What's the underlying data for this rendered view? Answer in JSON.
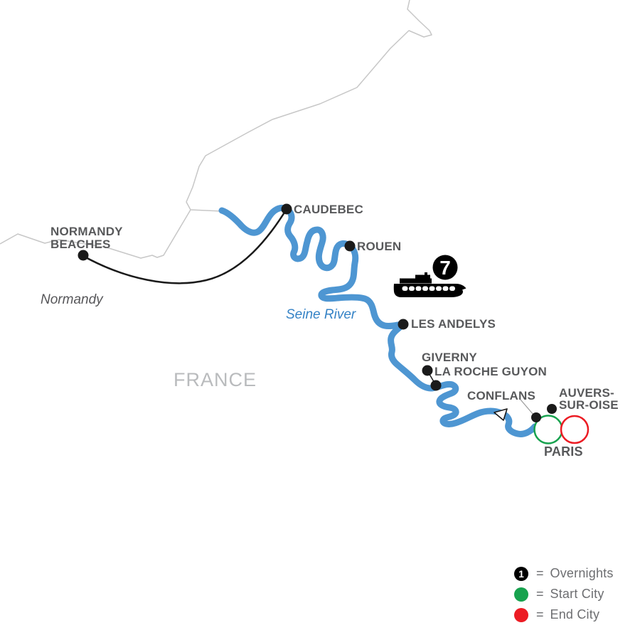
{
  "map": {
    "country_label": "FRANCE",
    "area_label": "Normandy",
    "river_label": "Seine River",
    "ship": {
      "nights": "7"
    },
    "cities": [
      {
        "name": "Normandy Beaches",
        "label": "NORMANDY\nBEACHES",
        "marker": "black-dot-excursion"
      },
      {
        "name": "Caudebec",
        "label": "CAUDEBEC",
        "marker": "black-dot"
      },
      {
        "name": "Rouen",
        "label": "ROUEN",
        "marker": "black-dot"
      },
      {
        "name": "Les Andelys",
        "label": "LES ANDELYS",
        "marker": "black-dot"
      },
      {
        "name": "Giverny",
        "label": "GIVERNY",
        "marker": "black-dot"
      },
      {
        "name": "La Roche Guyon",
        "label": "LA ROCHE GUYON",
        "marker": "black-dot"
      },
      {
        "name": "Conflans",
        "label": "CONFLANS",
        "marker": "black-dot"
      },
      {
        "name": "Auvers-sur-Oise",
        "label": "AUVERS-\nSUR-OISE",
        "marker": "black-dot"
      },
      {
        "name": "Paris",
        "label": "PARIS",
        "marker": "start-and-end-city-rings"
      }
    ]
  },
  "legend": {
    "items": [
      {
        "badge_text": "1",
        "eq": "=",
        "label": "Overnights"
      },
      {
        "eq": "=",
        "label": "Start City"
      },
      {
        "eq": "=",
        "label": "End City"
      }
    ]
  },
  "colors": {
    "river": "#4E96D2",
    "river_label": "#3583C6",
    "coastline": "#C7C7C7",
    "route_line": "#1A1A1A",
    "city_dot": "#1A1A1A",
    "city_label": "#58595B",
    "country_label": "#B9BBBD",
    "legend_text": "#6D6E71",
    "start_city": "#17A24E",
    "end_city": "#EC1C24"
  }
}
